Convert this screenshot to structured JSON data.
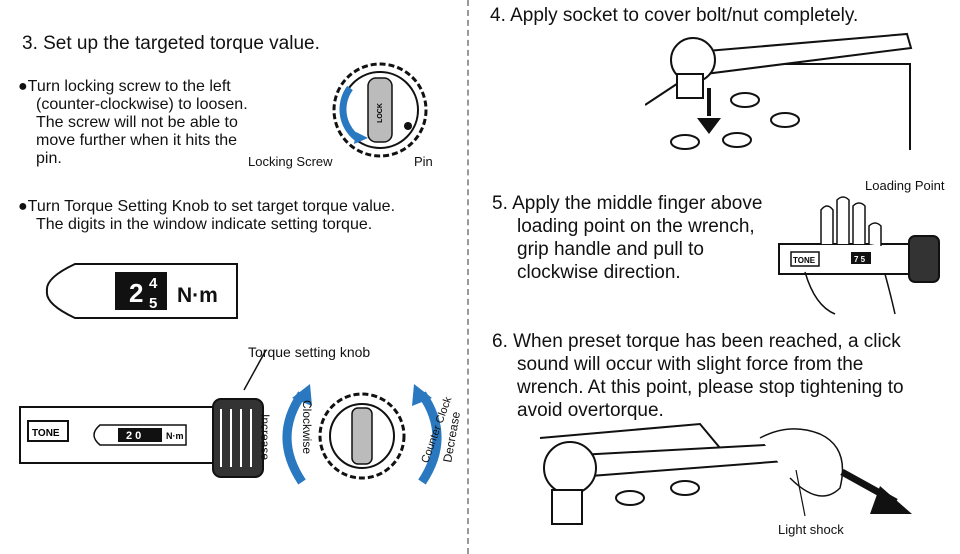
{
  "left": {
    "step3_title": "3. Set up the targeted torque value.",
    "bullet1": "●Turn locking screw to the left",
    "bullet1_lines": [
      "(counter-clockwise) to loosen.",
      "The screw will not be able to",
      "move further when it hits the",
      "pin."
    ],
    "locking_screw_label": "Locking Screw",
    "pin_label": "Pin",
    "lock_text": "LOCK",
    "bullet2": "●Turn Torque Setting Knob to set target torque value.",
    "bullet2_line2": "The digits in the window indicate setting torque.",
    "display_digit": "2",
    "display_top": "4",
    "display_bottom": "5",
    "unit": "N·m",
    "knob_label": "Torque setting knob",
    "brand": "TONE",
    "window_value": "2 0",
    "window_unit": "N·m",
    "clockwise": "Clockwise",
    "increase": "Increase",
    "counter_clock": "Counter Clock",
    "decrease": "Decrease"
  },
  "right": {
    "step4": "4. Apply socket to cover bolt/nut completely.",
    "step5_lines": [
      "5. Apply the middle finger above",
      "loading point on the wrench,",
      "grip handle and pull to",
      "clockwise direction."
    ],
    "loading_point": "Loading Point",
    "step5_value": "7 5",
    "step6_lines": [
      "6. When preset torque has been reached, a click",
      "sound will occur with slight force from the",
      "wrench. At this point, please stop tightening to",
      "avoid overtorque."
    ],
    "light_shock": "Light shock"
  },
  "colors": {
    "arrow_blue": "#2a78c0",
    "dark": "#111111"
  }
}
